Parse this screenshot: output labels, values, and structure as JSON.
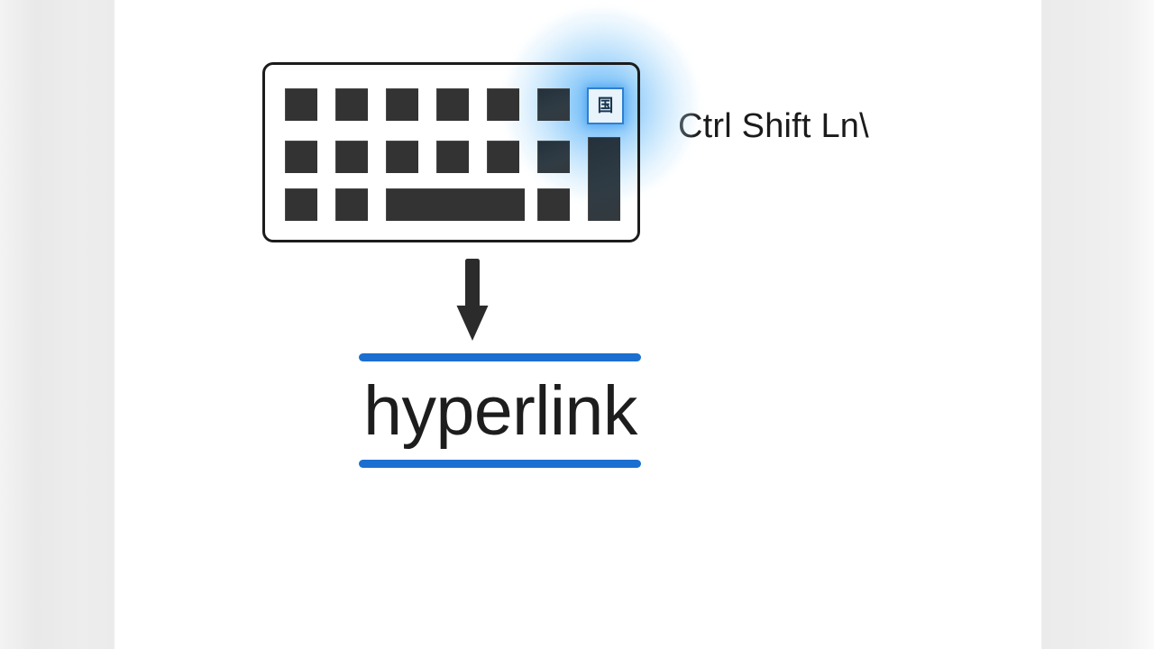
{
  "slide": {
    "background_color": "#ffffff",
    "page_margin_color": "#ebebeb",
    "accent_color": "#1b6fd0",
    "glow_color": "#6cbaf7",
    "key_color": "#333333"
  },
  "keyboard": {
    "name": "keyboard-illustration",
    "outline_color": "#1c1c1c",
    "rows": [
      {
        "row_index": 1,
        "keys": [
          {
            "id": "r1k1",
            "label": "",
            "type": "standard",
            "highlighted": false,
            "tinted": false
          },
          {
            "id": "r1k2",
            "label": "",
            "type": "standard",
            "highlighted": false,
            "tinted": false
          },
          {
            "id": "r1k3",
            "label": "",
            "type": "standard",
            "highlighted": false,
            "tinted": false
          },
          {
            "id": "r1k4",
            "label": "",
            "type": "standard",
            "highlighted": false,
            "tinted": false
          },
          {
            "id": "r1k5",
            "label": "",
            "type": "standard",
            "highlighted": false,
            "tinted": false
          },
          {
            "id": "r1k6",
            "label": "",
            "type": "standard",
            "highlighted": false,
            "tinted": true
          },
          {
            "id": "r1k7",
            "label": "国",
            "type": "standard",
            "highlighted": true,
            "tinted": false
          }
        ]
      },
      {
        "row_index": 2,
        "keys": [
          {
            "id": "r2k1",
            "label": "",
            "type": "standard",
            "highlighted": false,
            "tinted": false
          },
          {
            "id": "r2k2",
            "label": "",
            "type": "standard",
            "highlighted": false,
            "tinted": false
          },
          {
            "id": "r2k3",
            "label": "",
            "type": "standard",
            "highlighted": false,
            "tinted": false
          },
          {
            "id": "r2k4",
            "label": "",
            "type": "standard",
            "highlighted": false,
            "tinted": false
          },
          {
            "id": "r2k5",
            "label": "",
            "type": "standard",
            "highlighted": false,
            "tinted": false
          },
          {
            "id": "r2k6",
            "label": "",
            "type": "standard",
            "highlighted": false,
            "tinted": true
          },
          {
            "id": "enter",
            "label": "",
            "type": "enter-tall",
            "highlighted": false,
            "tinted": true
          }
        ]
      },
      {
        "row_index": 3,
        "keys": [
          {
            "id": "r3k1",
            "label": "",
            "type": "standard",
            "highlighted": false,
            "tinted": false
          },
          {
            "id": "r3k2",
            "label": "",
            "type": "standard",
            "highlighted": false,
            "tinted": false
          },
          {
            "id": "spacebar",
            "label": "",
            "type": "space",
            "highlighted": false,
            "tinted": false
          },
          {
            "id": "r3k4",
            "label": "",
            "type": "standard",
            "highlighted": false,
            "tinted": false
          }
        ]
      }
    ]
  },
  "shortcut": {
    "text": "Ctrl Shift Ln\\",
    "color": "#1b1b1b"
  },
  "arrow": {
    "direction": "down",
    "color": "#2b2b2b"
  },
  "hyperlink": {
    "word": "hyperlink",
    "text_color": "#1d1d1d",
    "rule_color": "#1b6fd0"
  },
  "icons": {
    "keyboard_key_glyph": "keyboard-key-glyph-icon",
    "arrow_down": "arrow-down-icon"
  }
}
